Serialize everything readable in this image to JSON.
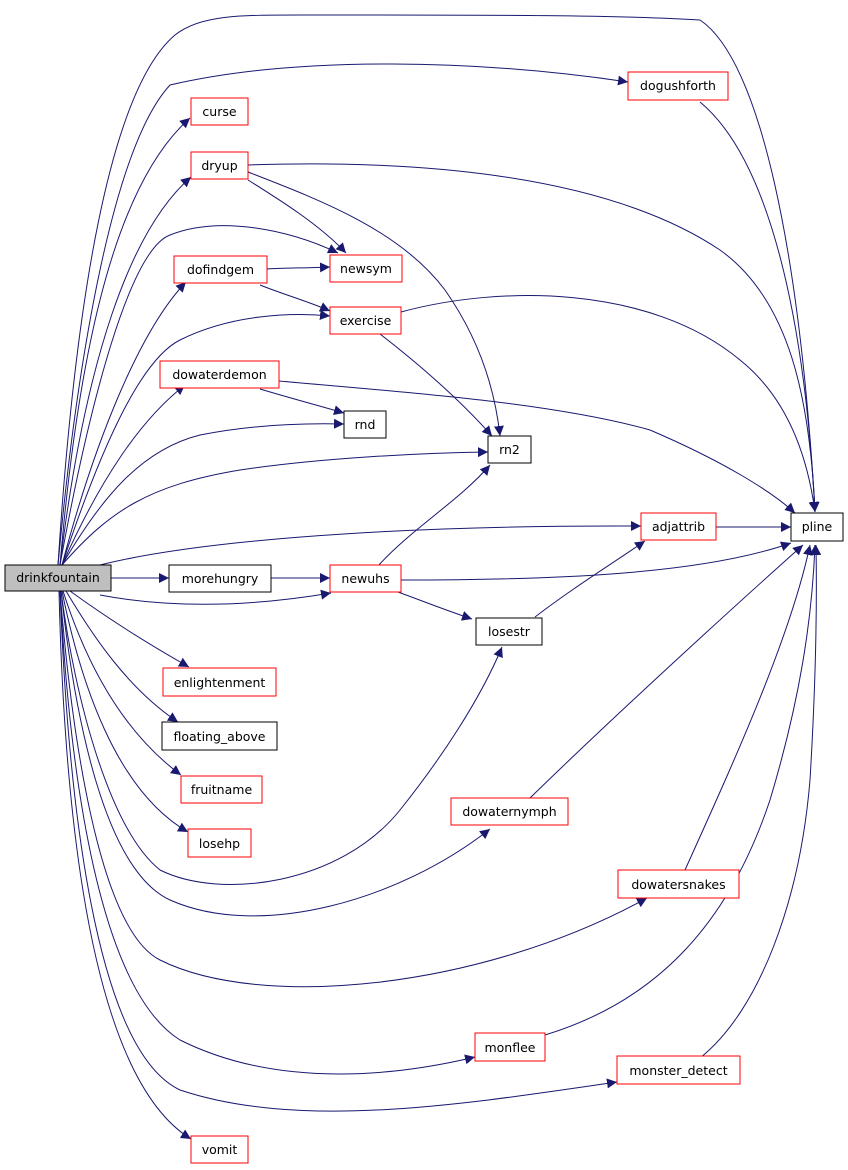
{
  "colors": {
    "edge": "#191970",
    "border_red": "#ff0000",
    "border_black": "#000000",
    "root_fill": "#bfbfbf",
    "fill": "#ffffff"
  },
  "nodes": {
    "drinkfountain": "drinkfountain",
    "curse": "curse",
    "dryup": "dryup",
    "dofindgem": "dofindgem",
    "newsym": "newsym",
    "exercise": "exercise",
    "dowaterdemon": "dowaterdemon",
    "rnd": "rnd",
    "rn2": "rn2",
    "dogushforth": "dogushforth",
    "pline": "pline",
    "adjattrib": "adjattrib",
    "morehungry": "morehungry",
    "newuhs": "newuhs",
    "losestr": "losestr",
    "enlightenment": "enlightenment",
    "floating_above": "floating_above",
    "fruitname": "fruitname",
    "losehp": "losehp",
    "dowaternymph": "dowaternymph",
    "dowatersnakes": "dowatersnakes",
    "monflee": "monflee",
    "monster_detect": "monster_detect",
    "vomit": "vomit"
  }
}
